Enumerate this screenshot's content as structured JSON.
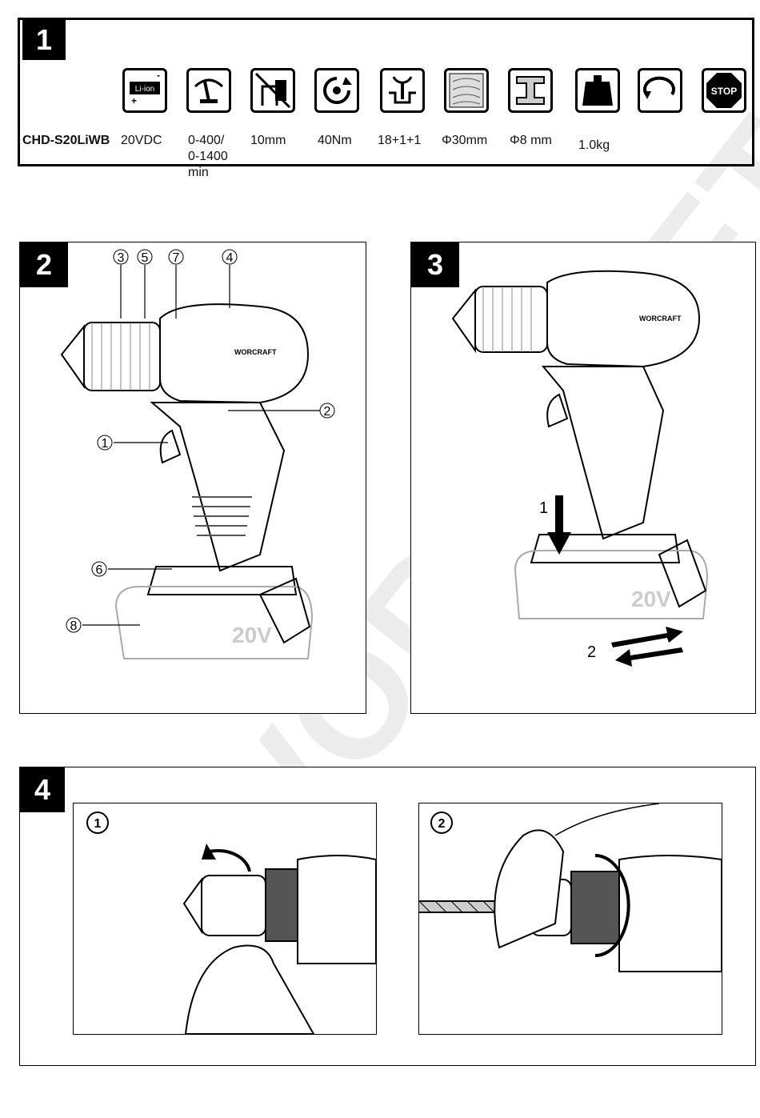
{
  "sections": {
    "s1": "1",
    "s2": "2",
    "s3": "3",
    "s4": "4"
  },
  "specs": {
    "model": "CHD-S20LiWB",
    "battery_icon_text": "Li-ion",
    "stop_icon_text": "STOP",
    "values": [
      {
        "icon": "battery-icon",
        "value": "20VDC"
      },
      {
        "icon": "speed-gauge-icon",
        "value": "0-400/\n0-1400\nmin"
      },
      {
        "icon": "chuck-capacity-icon",
        "value": "10mm"
      },
      {
        "icon": "torque-icon",
        "value": "40Nm"
      },
      {
        "icon": "torque-settings-icon",
        "value": "18+1+1"
      },
      {
        "icon": "wood-drilling-icon",
        "value": "Φ30mm"
      },
      {
        "icon": "steel-drilling-icon",
        "value": "Φ8 mm"
      },
      {
        "icon": "weight-icon",
        "value": "1.0kg"
      },
      {
        "icon": "rotation-direction-icon",
        "value": ""
      },
      {
        "icon": "stop-icon",
        "value": ""
      }
    ]
  },
  "figure2": {
    "brand": "WORCRAFT",
    "battery_label": "20V",
    "callouts": [
      "1",
      "2",
      "3",
      "4",
      "5",
      "6",
      "7",
      "8"
    ]
  },
  "figure3": {
    "brand": "WORCRAFT",
    "battery_label": "20V",
    "step1": "1",
    "step2": "2"
  },
  "figure4": {
    "sub1": "1",
    "sub2": "2"
  },
  "watermark": "WORCRAFT"
}
